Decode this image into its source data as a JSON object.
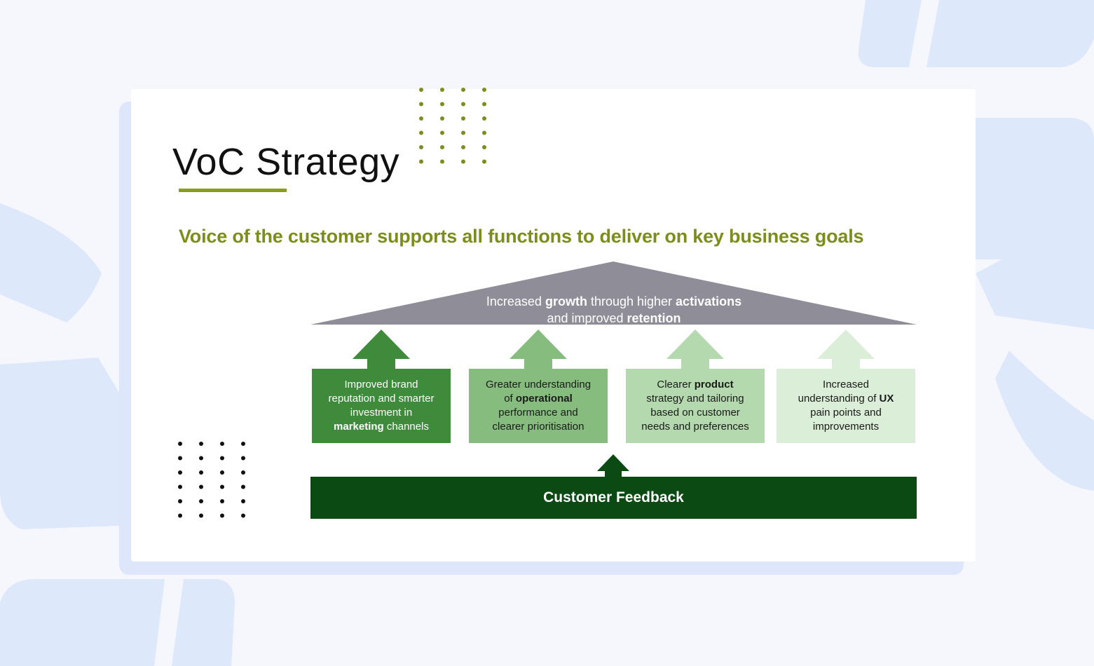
{
  "slide": {
    "title": "VoC Strategy",
    "subtitle": "Voice of the customer supports all functions to deliver on key business goals"
  },
  "diagram": {
    "roof": {
      "line1": [
        {
          "text": "Increased ",
          "bold": false
        },
        {
          "text": "growth",
          "bold": true
        },
        {
          "text": " through higher ",
          "bold": false
        },
        {
          "text": "activations",
          "bold": true
        }
      ],
      "line2": [
        {
          "text": "and improved ",
          "bold": false
        },
        {
          "text": "retention",
          "bold": true
        }
      ]
    },
    "pillars": [
      {
        "lines": [
          [
            {
              "text": "Improved brand",
              "bold": false
            }
          ],
          [
            {
              "text": "reputation and smarter",
              "bold": false
            }
          ],
          [
            {
              "text": "investment in",
              "bold": false
            }
          ],
          [
            {
              "text": "marketing",
              "bold": true
            },
            {
              "text": " channels",
              "bold": false
            }
          ]
        ]
      },
      {
        "lines": [
          [
            {
              "text": "Greater understanding",
              "bold": false
            }
          ],
          [
            {
              "text": "of ",
              "bold": false
            },
            {
              "text": "operational",
              "bold": true
            }
          ],
          [
            {
              "text": "performance and",
              "bold": false
            }
          ],
          [
            {
              "text": "clearer prioritisation",
              "bold": false
            }
          ]
        ]
      },
      {
        "lines": [
          [
            {
              "text": "Clearer ",
              "bold": false
            },
            {
              "text": "product",
              "bold": true
            }
          ],
          [
            {
              "text": "strategy and tailoring",
              "bold": false
            }
          ],
          [
            {
              "text": "based on customer",
              "bold": false
            }
          ],
          [
            {
              "text": "needs and preferences",
              "bold": false
            }
          ]
        ]
      },
      {
        "lines": [
          [
            {
              "text": "Increased",
              "bold": false
            }
          ],
          [
            {
              "text": "understanding of ",
              "bold": false
            },
            {
              "text": "UX",
              "bold": true
            }
          ],
          [
            {
              "text": "pain points and",
              "bold": false
            }
          ],
          [
            {
              "text": "improvements",
              "bold": false
            }
          ]
        ]
      }
    ],
    "foundation": "Customer Feedback"
  },
  "colors": {
    "roof": "#8e8d98",
    "pillars": [
      "#3e8b3c",
      "#86bd7f",
      "#b5d9ae",
      "#dbeed7"
    ],
    "pillar_text": [
      "#ffffff",
      "#1a1a1a",
      "#1a1a1a",
      "#1a1a1a"
    ],
    "foundation": "#0b4a12",
    "accent": "#7c8d1c"
  }
}
